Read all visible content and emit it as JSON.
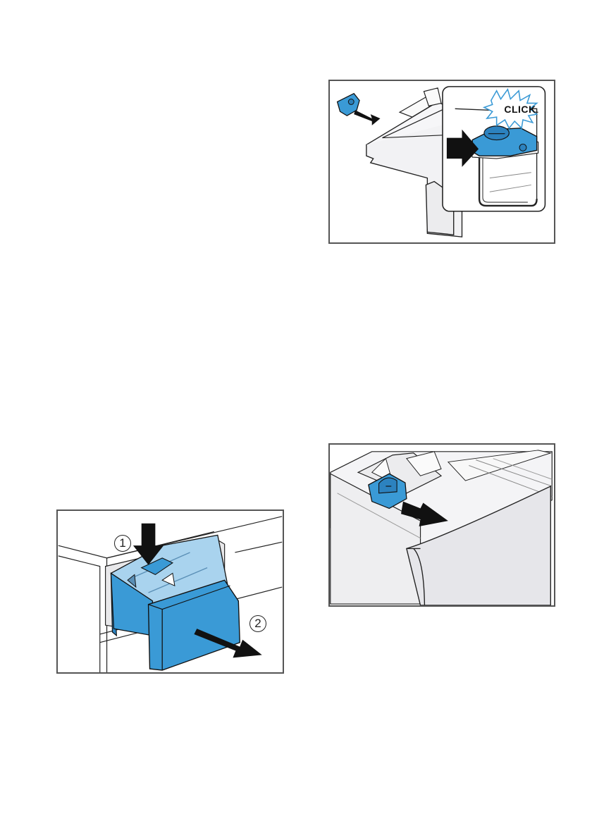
{
  "figures": {
    "insert_click": {
      "callout": "CLICK"
    },
    "remove_drawer": {
      "step1": "1",
      "step2": "2"
    }
  },
  "colors": {
    "accent_blue": "#3a9ad6",
    "light_blue": "#a9d3ee",
    "outline": "#1a1a1a",
    "panel_grey": "#f2f2f4"
  }
}
